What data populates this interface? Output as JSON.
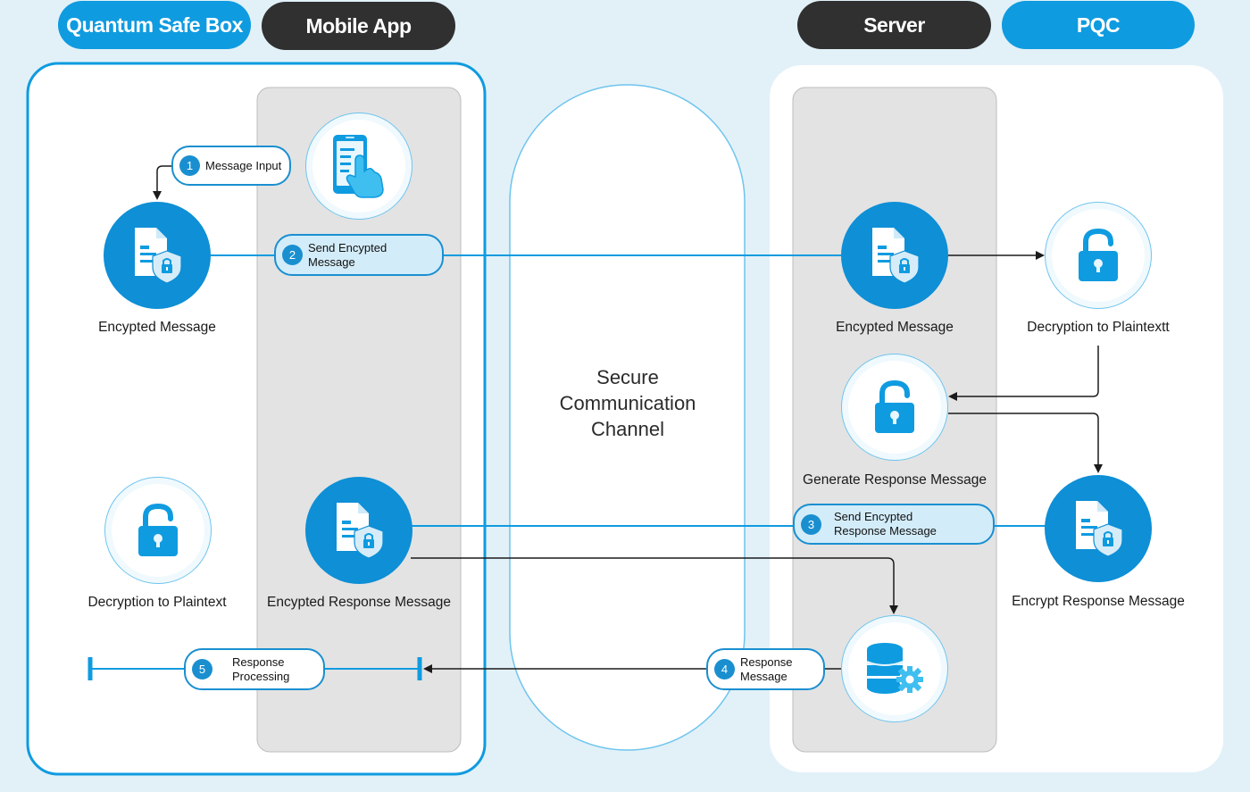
{
  "headers": {
    "quantum_safe_box": "Quantum Safe Box",
    "mobile_app": "Mobile App",
    "server": "Server",
    "pqc": "PQC"
  },
  "channel": {
    "line1": "Secure",
    "line2": "Communication",
    "line3": "Channel"
  },
  "nodes": {
    "client_encrypted": "Encypted Message",
    "client_decryption": "Decryption to Plaintext",
    "app_encrypted_response": "Encypted Response Message",
    "server_encrypted": "Encypted Message",
    "pqc_decryption": "Decryption to Plaintextt",
    "generate_response": "Generate Response Message",
    "pqc_encrypt_response": "Encrypt Response Message"
  },
  "steps": [
    {
      "num": "1",
      "label": "Message Input"
    },
    {
      "num": "2",
      "label": "Send Encypted Message"
    },
    {
      "num": "3",
      "label_line1": "Send Encypted",
      "label_line2": "Response Message"
    },
    {
      "num": "4",
      "label_line1": "Response",
      "label_line2": "Message"
    },
    {
      "num": "5",
      "label_line1": "Response",
      "label_line2": "Processing"
    }
  ],
  "colors": {
    "accent": "#0f9be0",
    "node_blue": "#0e8fd6",
    "dark_pill": "#303030",
    "background": "#e2f1f8",
    "lane_gray": "#e3e3e3"
  },
  "icons": [
    "document-lock-icon",
    "unlock-icon",
    "phone-touch-icon",
    "database-gear-icon"
  ]
}
